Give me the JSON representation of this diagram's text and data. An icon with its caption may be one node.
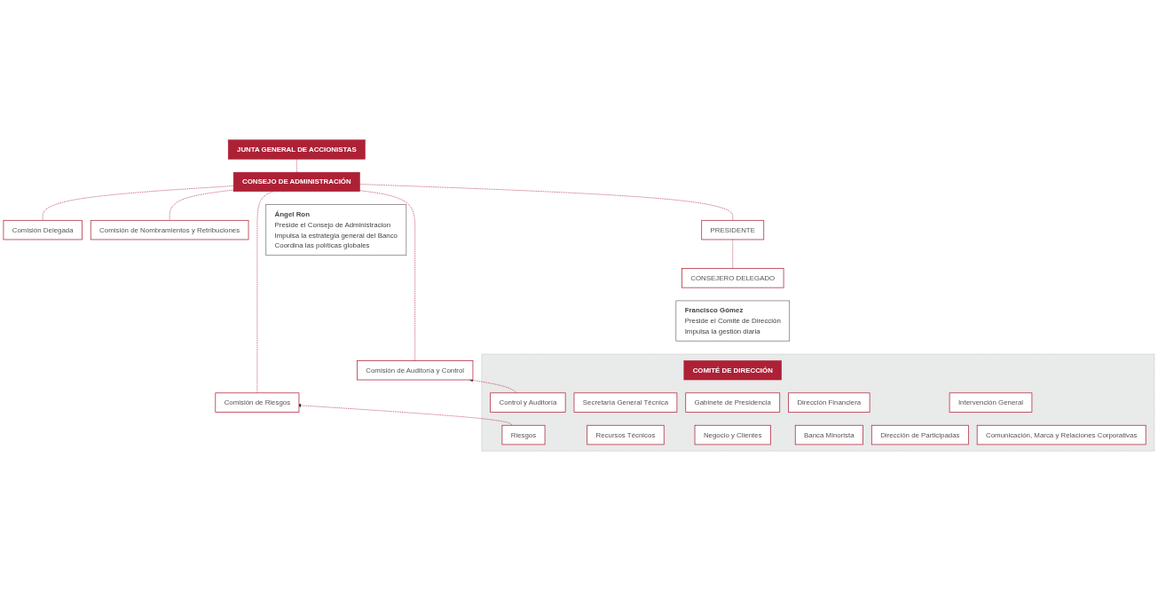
{
  "diagram": {
    "nodes": [
      {
        "text": [
          "JUNTA GENERAL DE ACCIONISTAS"
        ]
      },
      {
        "text": [
          "CONSEJO DE ADMINISTRACIÓN"
        ]
      },
      {
        "text": [
          "Comisión Delegada"
        ]
      },
      {
        "text": [
          "Comisión de Auditoría y Control"
        ]
      },
      {
        "text": [
          "Comisión de Riesgos"
        ]
      },
      {
        "text": [
          "Comisión de Nombramientos y Retribuciones"
        ]
      },
      {
        "text": [
          "PRESIDENTE"
        ]
      },
      {
        "text": [
          "Ángel Ron",
          "Preside el Consejo de Administracion",
          "Impulsa la estrategia general del Banco",
          "Coordina las políticas globales"
        ]
      },
      {
        "text": [
          "CONSEJERO DELEGADO"
        ]
      },
      {
        "text": [
          "Francisco Gómez",
          "Preside el Comité de Dirección",
          "Impulsa la gestión diaria"
        ]
      },
      {
        "text": [],
        "shape": "box"
      },
      {
        "text": [
          "COMITÉ DE DIRECCIÓN"
        ],
        "in": 10
      },
      {
        "text": [
          "Control y Auditoría"
        ],
        "in": 10
      },
      {
        "text": [
          "Secretaría General Técnica"
        ],
        "in": 10
      },
      {
        "text": [
          "Gabinete de Presidencia"
        ],
        "in": 10
      },
      {
        "text": [
          "Dirección Financiera"
        ],
        "in": 10
      },
      {
        "text": [
          "Intervención General"
        ],
        "in": 10
      },
      {
        "text": [
          "Riesgos"
        ],
        "in": 10
      },
      {
        "text": [
          "Recursos Técnicos"
        ],
        "in": 10
      },
      {
        "text": [
          "Negocio y Clientes"
        ],
        "in": 10
      },
      {
        "text": [
          "Banca Minorista"
        ],
        "in": 10
      },
      {
        "text": [
          "Dirección de Participadas"
        ],
        "in": 10
      },
      {
        "text": [
          "Comunicación, Marca y Relaciones Corporativas"
        ],
        "in": 10
      }
    ],
    "edges": [
      {
        "from": 0,
        "to": 1,
        "arrow": "none"
      },
      {
        "from": 1,
        "to": 6,
        "arrow": "none"
      },
      {
        "from": 1,
        "to": 2,
        "arrow": "none"
      },
      {
        "from": 1,
        "to": 3,
        "arrow": "none"
      },
      {
        "from": 1,
        "to": 4,
        "arrow": "none"
      },
      {
        "from": 1,
        "to": 5,
        "arrow": "none"
      },
      {
        "from": 6,
        "to": 8,
        "arrow": "none"
      },
      {
        "from": 12,
        "to": 3,
        "arrow": "to"
      },
      {
        "from": 17,
        "to": 4,
        "arrow": "to"
      }
    ]
  }
}
